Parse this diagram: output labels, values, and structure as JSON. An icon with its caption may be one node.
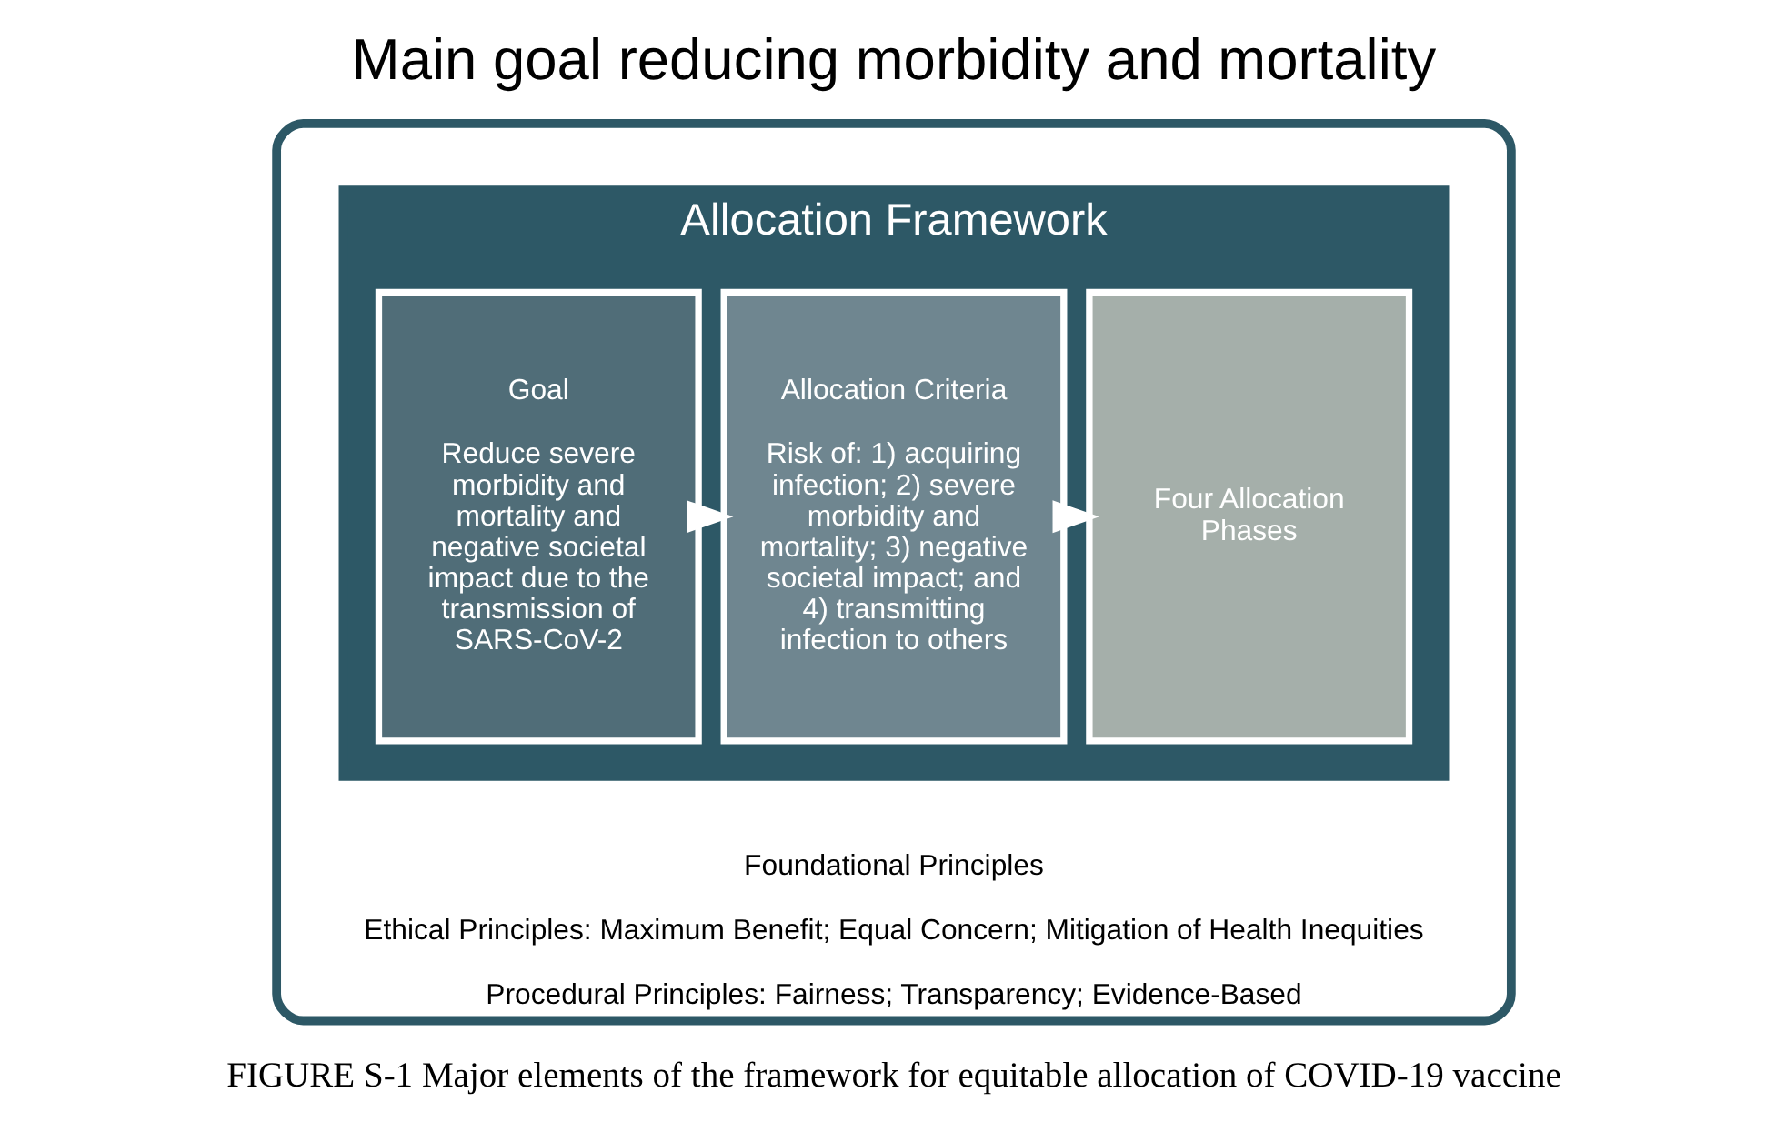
{
  "diagram": {
    "title": "Main goal reducing morbidity and mortality",
    "caption": "FIGURE S-1 Major elements of the framework for equitable allocation of COVID-19 vaccine",
    "nodes": [
      {
        "text": [
          "Foundational Principles",
          "Ethical Principles: Maximum Benefit; Equal Concern; Mitigation of Health Inequities",
          "Procedural Principles: Fairness; Transparency; Evidence-Based"
        ]
      },
      {
        "text": [
          "Allocation Framework"
        ],
        "in": 0
      },
      {
        "text": [
          "Goal",
          "Reduce severe morbidity and mortality and negative societal impact due to the transmission of SARS-CoV-2"
        ],
        "in": 1
      },
      {
        "text": [
          "Allocation Criteria",
          "Risk of: 1) acquiring infection; 2) severe morbidity and mortality; 3) negative societal impact; and 4) transmitting infection to others"
        ],
        "in": 1
      },
      {
        "text": [
          "Four Allocation Phases"
        ],
        "in": 1
      }
    ],
    "edges": [
      {
        "from": 2,
        "to": 3,
        "arrow": "to"
      },
      {
        "from": 3,
        "to": 4,
        "arrow": "to"
      }
    ]
  }
}
